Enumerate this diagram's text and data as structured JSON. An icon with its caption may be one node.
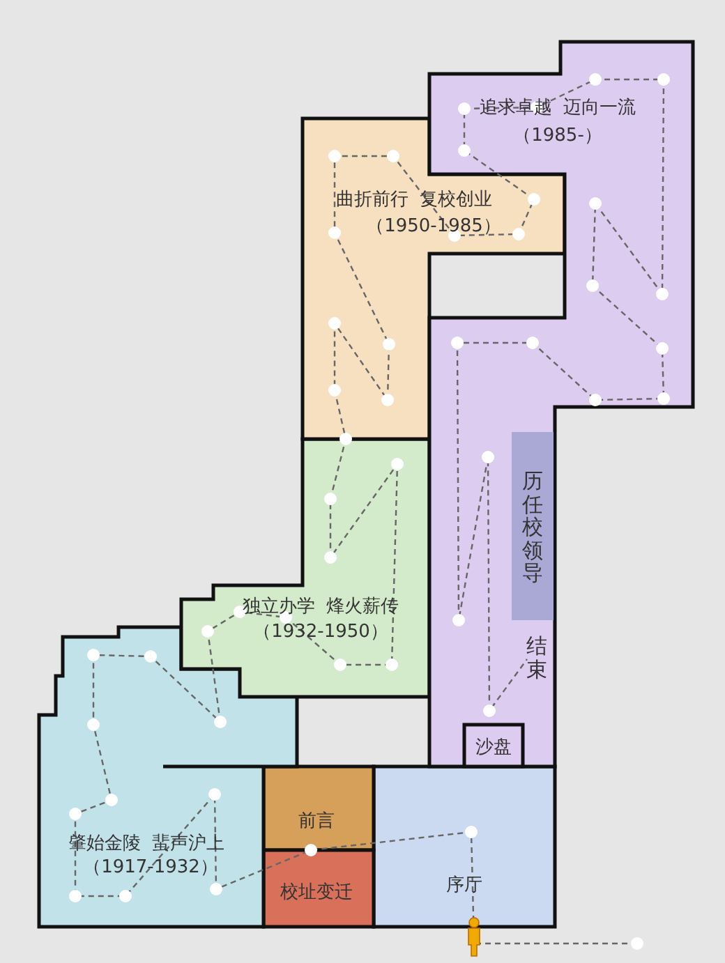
{
  "diagram": {
    "nodes": [
      {
        "text": [
          "序厅"
        ]
      },
      {
        "text": [
          "前言"
        ]
      },
      {
        "text": [
          "校址变迁"
        ]
      },
      {
        "text": [
          "肇始金陵  蜚声沪上",
          "（1917-1932）"
        ]
      },
      {
        "text": [
          "独立办学  烽火薪传",
          "（1932-1950）"
        ]
      },
      {
        "text": [
          "曲折前行  复校创业",
          "（1950-1985）"
        ]
      },
      {
        "text": [
          "追求卓越  迈向一流",
          "（1985-）"
        ]
      },
      {
        "text": [
          "历任校领导"
        ],
        "in": 6
      },
      {
        "text": [
          "沙盘"
        ],
        "in": 6
      }
    ],
    "labels": [
      "结束"
    ]
  }
}
